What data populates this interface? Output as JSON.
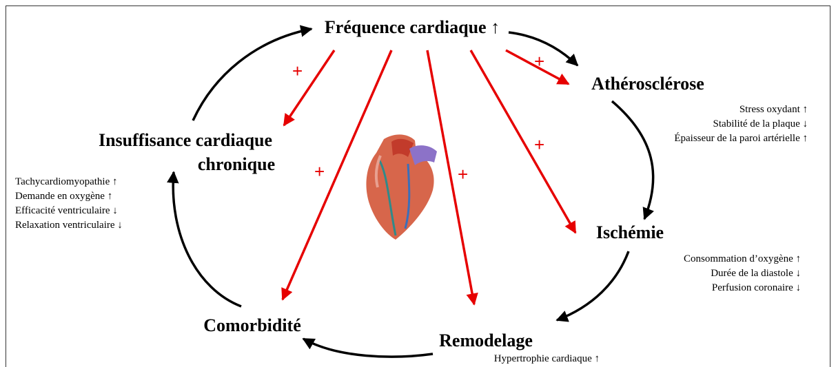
{
  "nodes": {
    "heart_rate": "Fréquence cardiaque ↑",
    "atherosclerosis": "Athérosclérose",
    "ischemia": "Ischémie",
    "remodeling": "Remodelage",
    "comorbidity": "Comorbidité",
    "heart_failure_line1": "Insuffisance cardiaque",
    "heart_failure_line2": "chronique"
  },
  "notes": {
    "atherosclerosis": [
      "Stress oxydant ↑",
      "Stabilité de la plaque ↓",
      "Épaisseur de la paroi artérielle ↑"
    ],
    "ischemia": [
      "Consommation d’oxygène ↑",
      "Durée de la diastole ↓",
      "Perfusion coronaire ↓"
    ],
    "remodeling": [
      "Hypertrophie cardiaque ↑"
    ],
    "heart_failure": [
      "Tachycardiomyopathie ↑",
      "Demande en oxygène ↑",
      "Efficacité ventriculaire ↓",
      "Relaxation ventriculaire ↓"
    ]
  },
  "plus_sign": "+",
  "colors": {
    "influence_arrow": "#e60000",
    "cycle_arrow": "#000000"
  },
  "icons": {
    "center_image": "heart-icon"
  }
}
